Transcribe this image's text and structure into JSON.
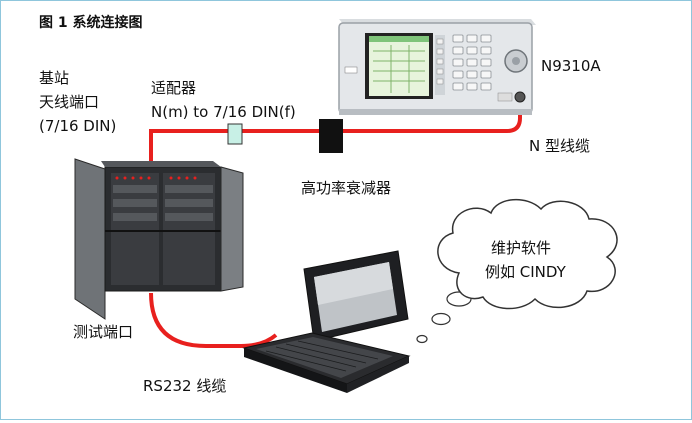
{
  "figure": {
    "title": "图 1 系统连接图",
    "base_station": {
      "line1": "基站",
      "line2": "天线端口",
      "line3": "(7/16 DIN)"
    },
    "adapter": {
      "line1": "适配器",
      "line2": "N(m) to 7/16 DIN(f)"
    },
    "analyzer_label": "N9310A",
    "n_cable_label": "N 型线缆",
    "attenuator_label": "高功率衰减器",
    "cloud": {
      "line1": "维护软件",
      "line2": "例如 CINDY"
    },
    "test_port_label": "测试端口",
    "rs232_label": "RS232 线缆"
  },
  "colors": {
    "cable": "#e8201e",
    "border": "#8fc6dc",
    "adapter": "#c8f0e6",
    "attenuator": "#111111"
  }
}
